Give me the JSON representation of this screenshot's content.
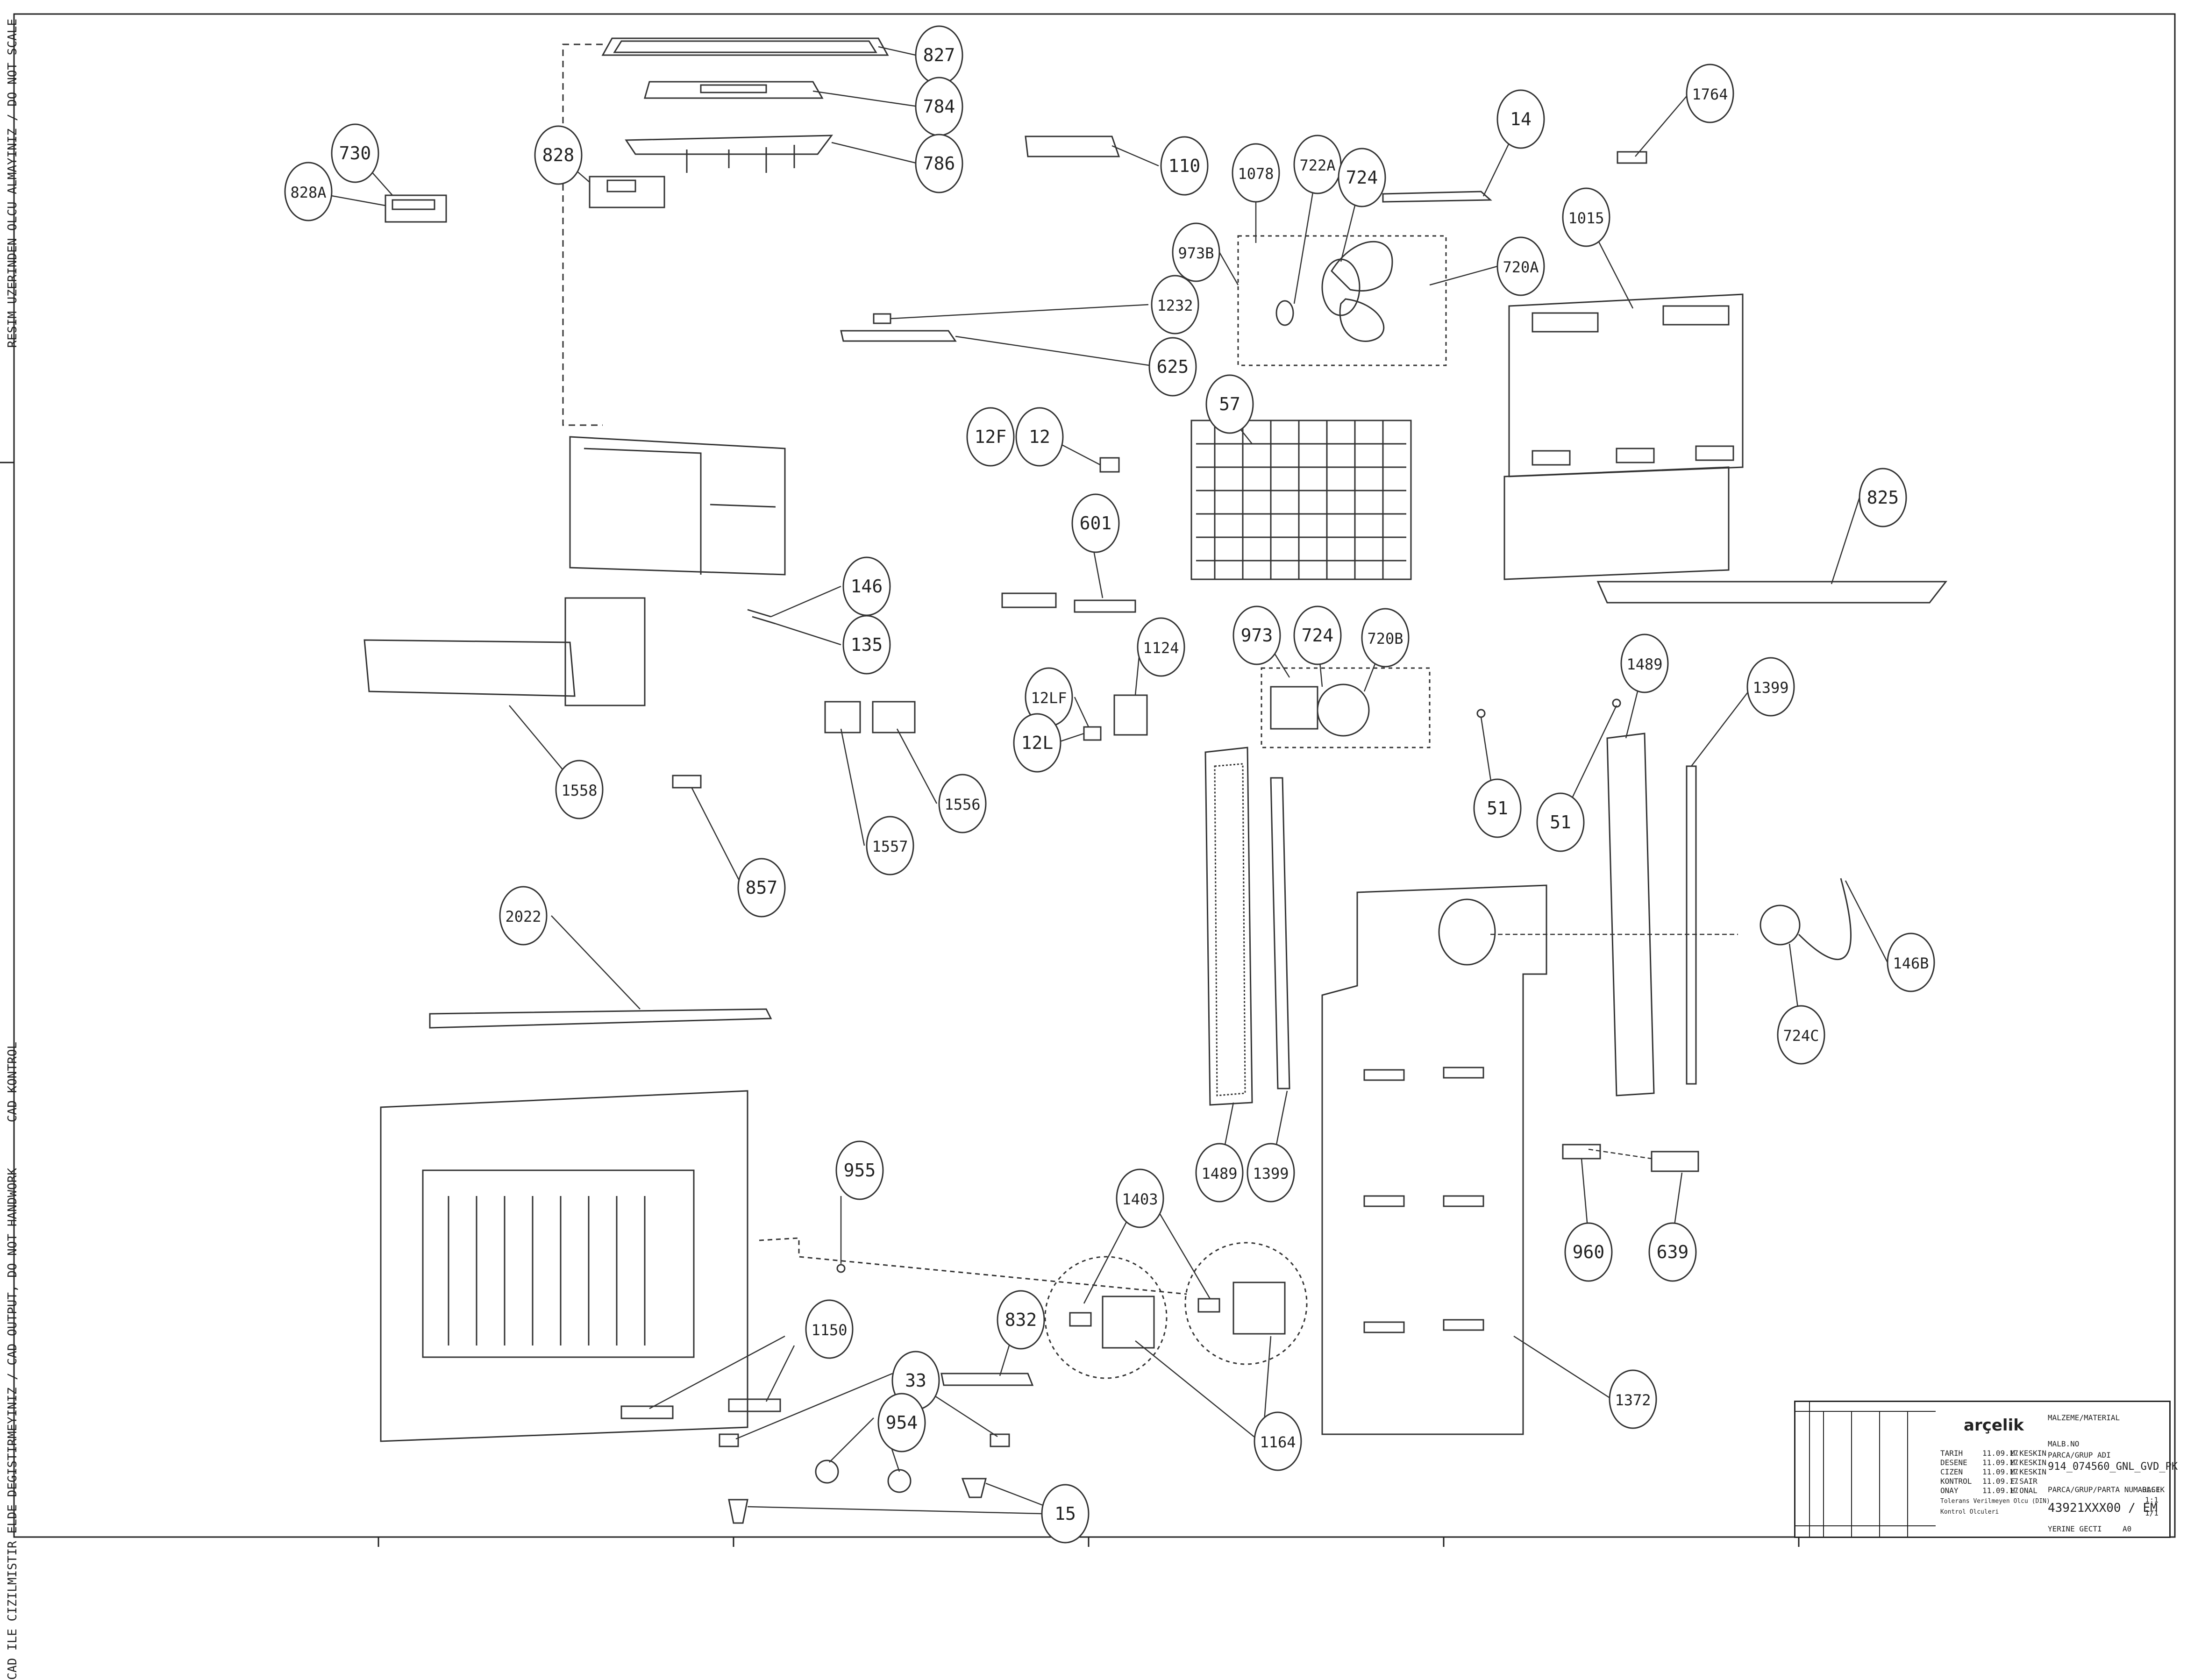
{
  "side_notes": {
    "top": "RESIM UZERINDEN OLCU ALMAYINIZ / DO NOT SCALE",
    "middle": "CAD KONTROL",
    "bottom": "CAD ILE CIZILMISTIR ELDE DEGISTIRMEYINIZ / CAD OUTPUT, DO NOT HANDWORK"
  },
  "callouts": [
    {
      "id": "c827",
      "label": "827"
    },
    {
      "id": "c784",
      "label": "784"
    },
    {
      "id": "c786",
      "label": "786"
    },
    {
      "id": "c730",
      "label": "730"
    },
    {
      "id": "c828a",
      "label": "828A"
    },
    {
      "id": "c828",
      "label": "828"
    },
    {
      "id": "c110",
      "label": "110"
    },
    {
      "id": "c14",
      "label": "14"
    },
    {
      "id": "c1764",
      "label": "1764"
    },
    {
      "id": "c1078",
      "label": "1078"
    },
    {
      "id": "c722a",
      "label": "722A"
    },
    {
      "id": "c724a",
      "label": "724"
    },
    {
      "id": "c973b",
      "label": "973B"
    },
    {
      "id": "c720a",
      "label": "720A"
    },
    {
      "id": "c1015",
      "label": "1015"
    },
    {
      "id": "c1232",
      "label": "1232"
    },
    {
      "id": "c625",
      "label": "625"
    },
    {
      "id": "c57",
      "label": "57"
    },
    {
      "id": "c12f",
      "label": "12F"
    },
    {
      "id": "c12",
      "label": "12"
    },
    {
      "id": "c825",
      "label": "825"
    },
    {
      "id": "c601",
      "label": "601"
    },
    {
      "id": "c146",
      "label": "146"
    },
    {
      "id": "c135",
      "label": "135"
    },
    {
      "id": "c973",
      "label": "973"
    },
    {
      "id": "c724b",
      "label": "724"
    },
    {
      "id": "c720b",
      "label": "720B"
    },
    {
      "id": "c1124",
      "label": "1124"
    },
    {
      "id": "c1489a",
      "label": "1489"
    },
    {
      "id": "c1399a",
      "label": "1399"
    },
    {
      "id": "c12lf",
      "label": "12LF"
    },
    {
      "id": "c12l",
      "label": "12L"
    },
    {
      "id": "c1558",
      "label": "1558"
    },
    {
      "id": "c1556",
      "label": "1556"
    },
    {
      "id": "c1557",
      "label": "1557"
    },
    {
      "id": "c51a",
      "label": "51"
    },
    {
      "id": "c51b",
      "label": "51"
    },
    {
      "id": "c857",
      "label": "857"
    },
    {
      "id": "c2022",
      "label": "2022"
    },
    {
      "id": "c146b",
      "label": "146B"
    },
    {
      "id": "c724c",
      "label": "724C"
    },
    {
      "id": "c1489b",
      "label": "1489"
    },
    {
      "id": "c1399b",
      "label": "1399"
    },
    {
      "id": "c955",
      "label": "955"
    },
    {
      "id": "c1403",
      "label": "1403"
    },
    {
      "id": "c960",
      "label": "960"
    },
    {
      "id": "c639",
      "label": "639"
    },
    {
      "id": "c832",
      "label": "832"
    },
    {
      "id": "c1150",
      "label": "1150"
    },
    {
      "id": "c33",
      "label": "33"
    },
    {
      "id": "c954",
      "label": "954"
    },
    {
      "id": "c1164",
      "label": "1164"
    },
    {
      "id": "c1372",
      "label": "1372"
    },
    {
      "id": "c15",
      "label": "15"
    }
  ],
  "title_block": {
    "brand": "arçelik",
    "material_label": "MALZEME/MATERIAL",
    "part_no_label": "MALB.NO",
    "group_label": "PARCA/GRUP ADI",
    "group_name": "914_074560_GNL_GVD_PK",
    "part_number_label": "PARCA/GRUP/PARTA NUMARASI",
    "part_number": "43921XXX00 / EM",
    "tolerance_label": "Tolerans Verilmeyen Olcu (DIN)",
    "control_label": "Kontrol Olculeri",
    "scale_label": "OLCEK",
    "scale": "1:1",
    "sheet_label": "YERINE GECTI",
    "size": "A0",
    "sheet": "1/1",
    "rows": [
      "TARIH",
      "DESENE",
      "CIZEN",
      "KONTROL",
      "ONAY"
    ],
    "dates": [
      "11.09.17",
      "11.09.17",
      "11.09.17",
      "11.09.17",
      "11.09.17"
    ],
    "names": [
      "M.KESKIN",
      "M.KESKIN",
      "M.KESKIN",
      "E.SAIR",
      "H.ONAL"
    ]
  }
}
